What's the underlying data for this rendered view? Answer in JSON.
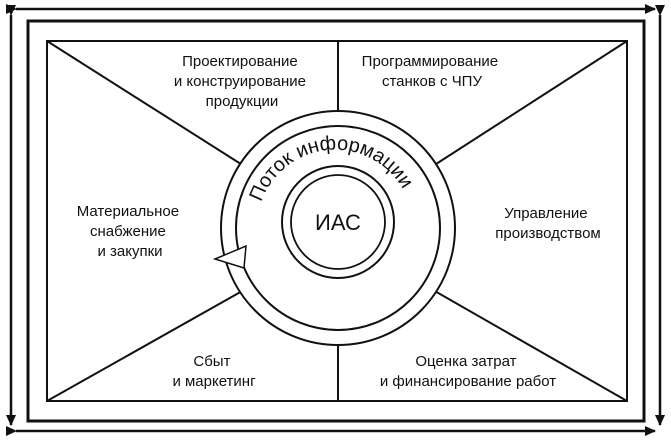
{
  "center_label": "ИАС",
  "flow_label": "Поток информации",
  "sectors": {
    "design": [
      "Проектирование",
      "и конструирование",
      "продукции"
    ],
    "cnc": [
      "Программирование",
      "станков с ЧПУ"
    ],
    "supply": [
      "Материальное",
      "снабжение",
      "и закупки"
    ],
    "production": [
      "Управление",
      "производством"
    ],
    "sales": [
      "Сбыт",
      "и маркетинг"
    ],
    "finance": [
      "Оценка затрат",
      "и финансирование работ"
    ]
  }
}
